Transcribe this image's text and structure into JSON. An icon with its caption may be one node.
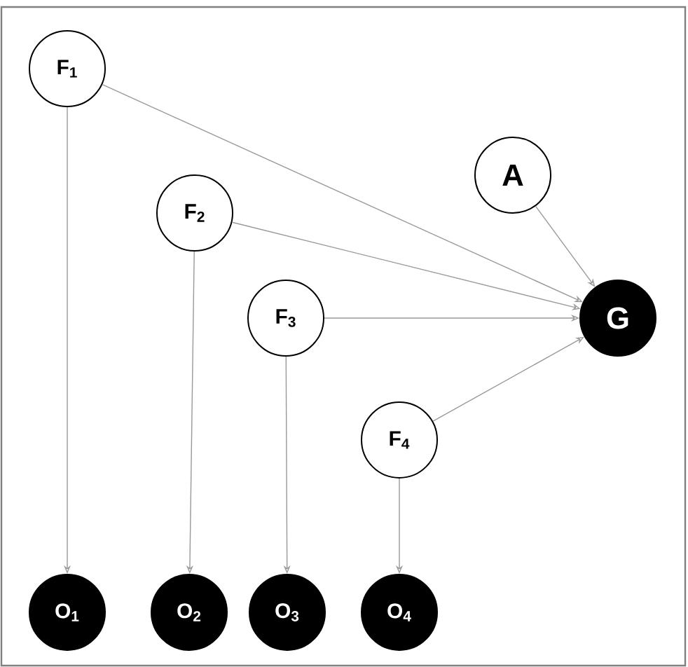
{
  "diagram": {
    "nodes": [
      {
        "text": [
          "F$_{1}$"
        ]
      },
      {
        "text": [
          "F$_{2}$"
        ]
      },
      {
        "text": [
          "F$_{3}$"
        ]
      },
      {
        "text": [
          "F$_{4}$"
        ]
      },
      {
        "text": [
          "A"
        ]
      },
      {
        "text": [
          "G"
        ]
      },
      {
        "text": [
          "O$_{1}$"
        ]
      },
      {
        "text": [
          "O$_{2}$"
        ]
      },
      {
        "text": [
          "O$_{3}$"
        ]
      },
      {
        "text": [
          "O$_{4}$"
        ]
      }
    ],
    "edges": [
      {
        "from": 0,
        "to": 5,
        "arrow": "to"
      },
      {
        "from": 1,
        "to": 5,
        "arrow": "to"
      },
      {
        "from": 2,
        "to": 5,
        "arrow": "to"
      },
      {
        "from": 3,
        "to": 5,
        "arrow": "to"
      },
      {
        "from": 4,
        "to": 5,
        "arrow": "to"
      },
      {
        "from": 0,
        "to": 6,
        "arrow": "to"
      },
      {
        "from": 1,
        "to": 7,
        "arrow": "to"
      },
      {
        "from": 2,
        "to": 8,
        "arrow": "to"
      },
      {
        "from": 3,
        "to": 9,
        "arrow": "to"
      }
    ]
  }
}
